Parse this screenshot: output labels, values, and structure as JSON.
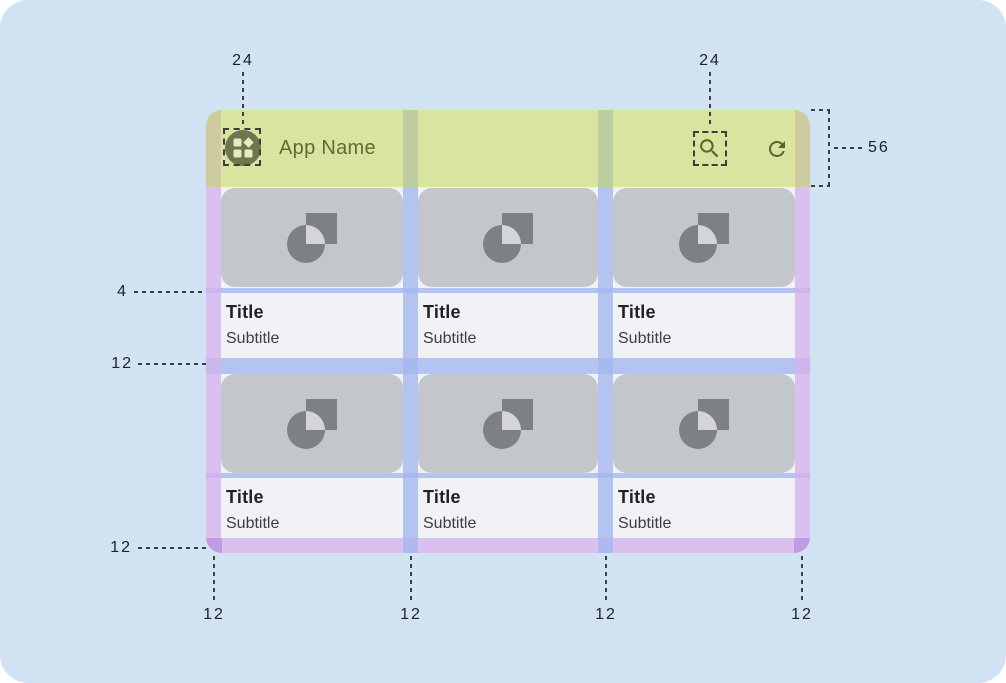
{
  "appbar": {
    "title": "App Name"
  },
  "cards": [
    {
      "title": "Title",
      "subtitle": "Subtitle"
    },
    {
      "title": "Title",
      "subtitle": "Subtitle"
    },
    {
      "title": "Title",
      "subtitle": "Subtitle"
    },
    {
      "title": "Title",
      "subtitle": "Subtitle"
    },
    {
      "title": "Title",
      "subtitle": "Subtitle"
    },
    {
      "title": "Title",
      "subtitle": "Subtitle"
    }
  ],
  "annotations": {
    "app_icon_size": "24",
    "search_icon_size": "24",
    "appbar_height": "56",
    "image_text_gap": "4",
    "row_gap": "12",
    "bottom_margin": "12",
    "column_markers": [
      "12",
      "12",
      "12",
      "12"
    ]
  },
  "colors": {
    "canvas_blue": "#d1e3f2",
    "surface": "#f1f2f5",
    "appbar_green": "#dbe6a4",
    "margin_purple": "#ddc3f0",
    "gutter_blue": "#b8c6f2",
    "card_gray": "#c3c6ca",
    "placeholder_icon_gray": "#7d8185",
    "olive_text": "#5d6c2f"
  }
}
